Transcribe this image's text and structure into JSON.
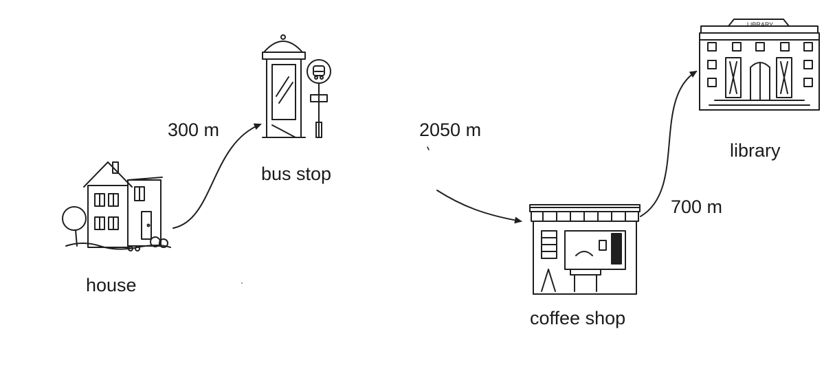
{
  "places": {
    "house": "house",
    "bus_stop": "bus stop",
    "coffee_shop": "coffee shop",
    "library": "library"
  },
  "distances": {
    "house_to_bus_stop": "300 m",
    "bus_stop_to_coffee_shop": "2050 m",
    "coffee_shop_to_library": "700 m"
  },
  "library_sign": "LIBRARY",
  "ink_color": "#1f1f1f"
}
